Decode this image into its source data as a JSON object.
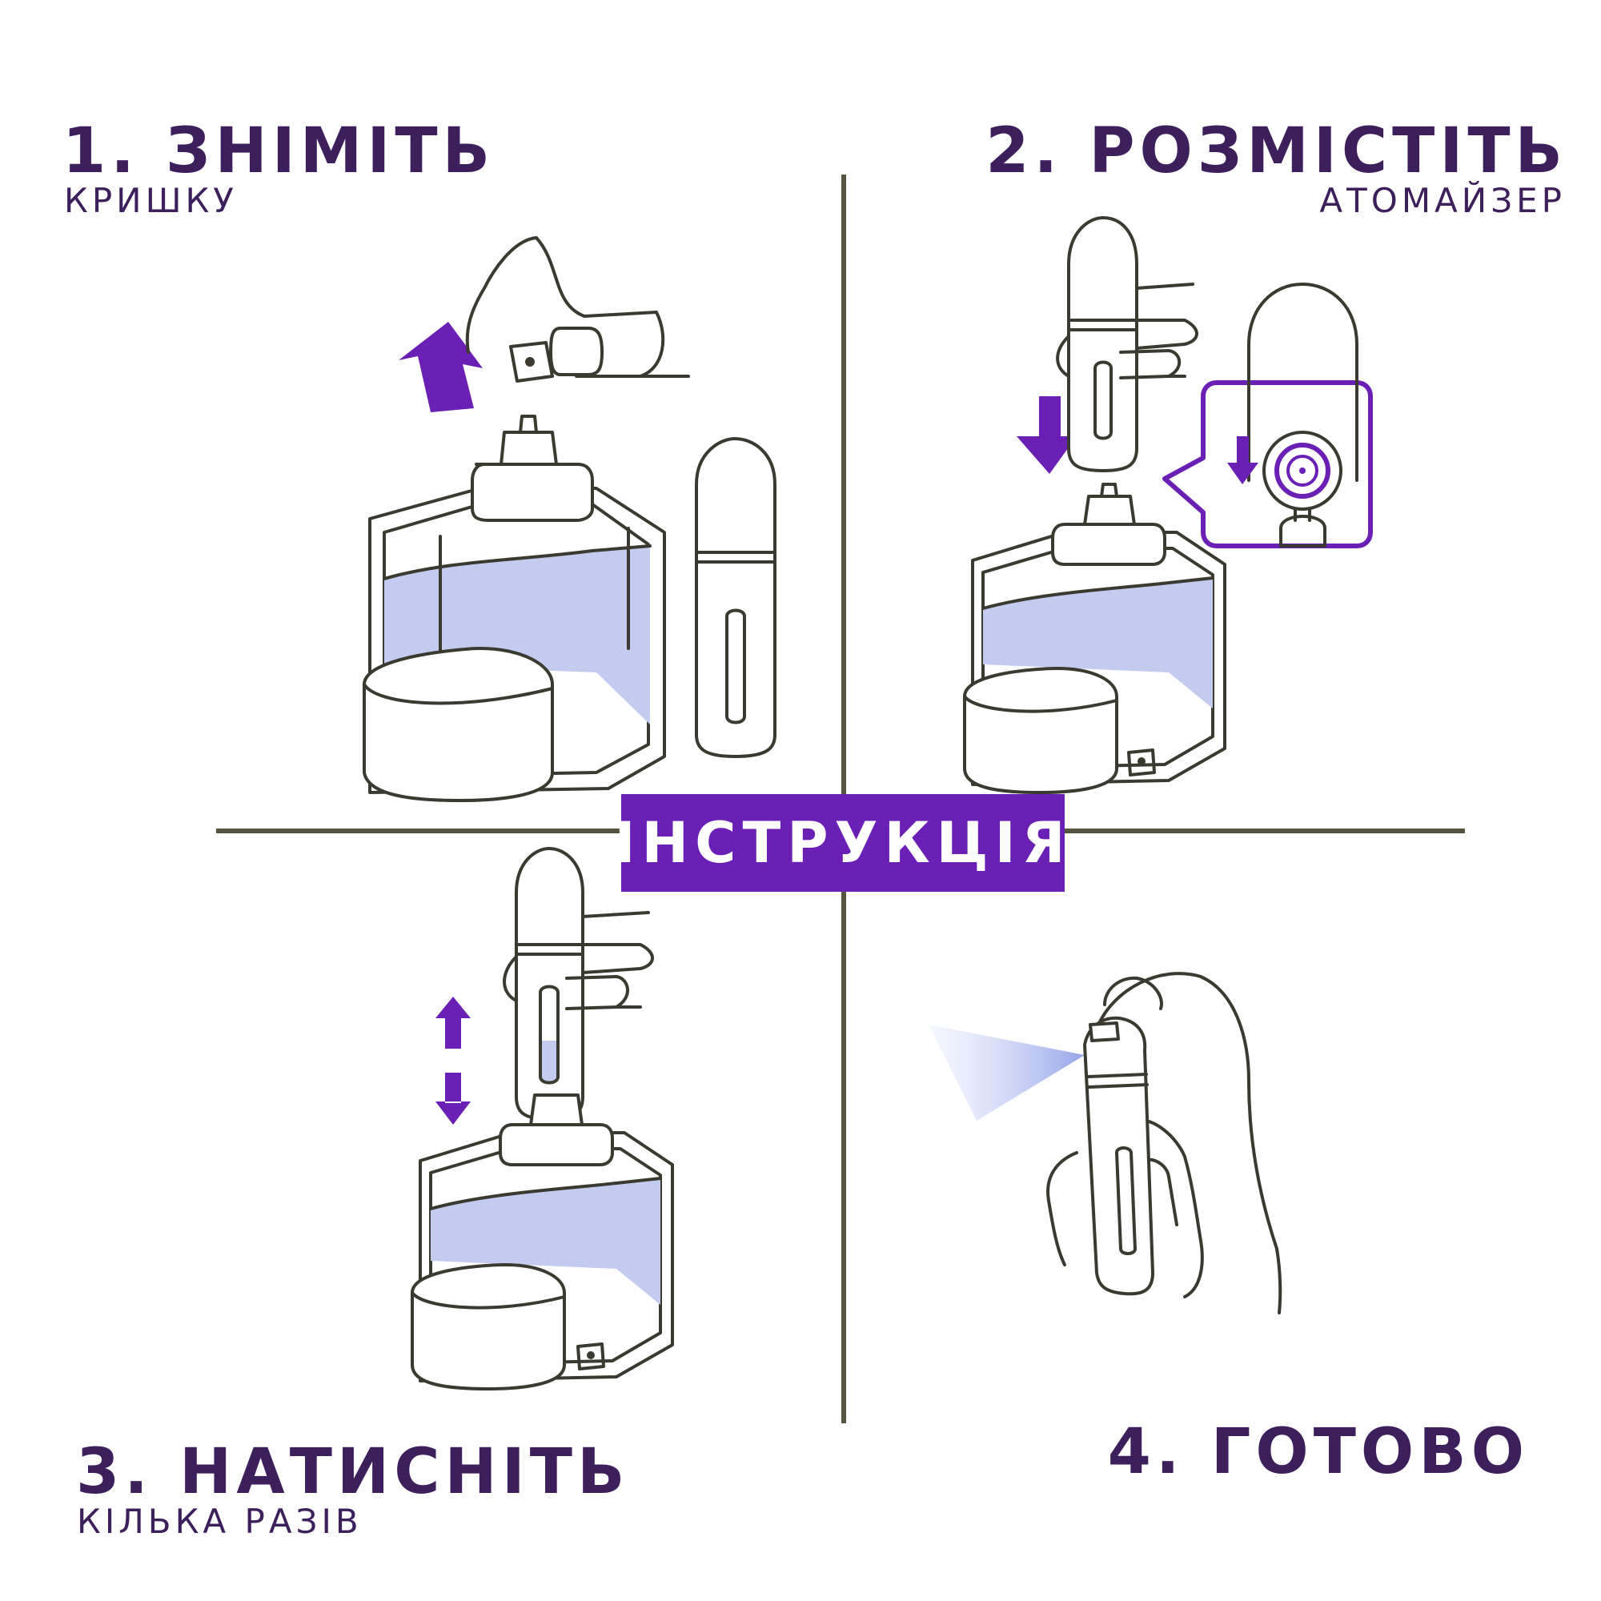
{
  "steps": [
    {
      "title": "1. ЗНІМІТЬ",
      "subtitle": "КРИШКУ"
    },
    {
      "title": "2. РОЗМІСТІТЬ",
      "subtitle": "АТОМАЙЗЕР"
    },
    {
      "title": "3. НАТИСНІТЬ",
      "subtitle": "КІЛЬКА РАЗІВ"
    },
    {
      "title": "4. ГОТОВО",
      "subtitle": ""
    }
  ],
  "badge": "ІНСТРУКЦІЯ",
  "colors": {
    "title": "#3d1f5c",
    "accent": "#6a1fb5",
    "liquid": "#c3ccef",
    "line": "#55553f"
  }
}
